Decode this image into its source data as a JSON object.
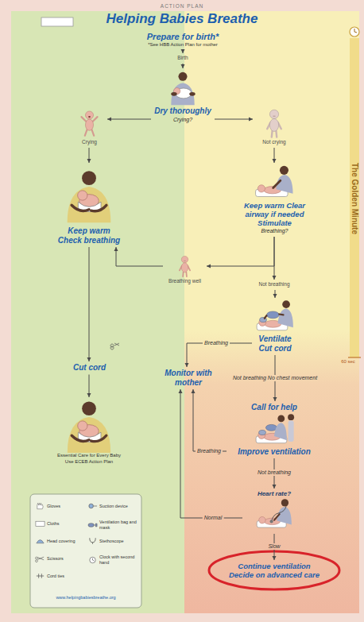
{
  "diagram": {
    "title": "Helping Babies Breathe",
    "nodes": [
      {
        "text": [
          "Prepare for birth*",
          "*See HBB Action Plan for mother"
        ]
      },
      {
        "text": [
          "Birth"
        ]
      },
      {
        "text": [
          "Dry thoroughly",
          "Crying?"
        ]
      },
      {
        "text": [
          "Crying"
        ]
      },
      {
        "text": [
          "Not crying"
        ]
      },
      {
        "text": [
          "Keep warm Clear airway if needed Stimulate",
          "Breathing?"
        ]
      },
      {
        "text": [
          "Breathing well"
        ]
      },
      {
        "text": [
          "Not breathing"
        ]
      },
      {
        "text": [
          "Keep warm Check breathing"
        ]
      },
      {
        "text": [
          "Ventilate Cut cord"
        ]
      },
      {
        "text": [
          "Cut cord"
        ]
      },
      {
        "text": [
          "Monitor with mother"
        ]
      },
      {
        "text": [
          "Essential Care for Every Baby Use ECEB Action Plan"
        ]
      },
      {
        "text": [
          "Call for help",
          "Improve ventilation"
        ]
      },
      {
        "text": [
          "Heart rate?"
        ]
      },
      {
        "text": [
          "Continue ventilation Decide on advanced care"
        ]
      }
    ],
    "edges": [
      {
        "from": 0,
        "to": 1,
        "arrow": "to"
      },
      {
        "from": 1,
        "to": 2,
        "arrow": "to"
      },
      {
        "from": 2,
        "to": 3,
        "arrow": "to"
      },
      {
        "from": 2,
        "to": 4,
        "arrow": "to"
      },
      {
        "from": 3,
        "to": 8,
        "arrow": "to"
      },
      {
        "from": 4,
        "to": 5,
        "arrow": "to"
      },
      {
        "from": 5,
        "to": 6,
        "arrow": "to"
      },
      {
        "from": 5,
        "to": 7,
        "arrow": "to"
      },
      {
        "from": 6,
        "to": 8,
        "arrow": "to"
      },
      {
        "from": 7,
        "to": 9,
        "arrow": "to"
      },
      {
        "from": 8,
        "to": 10,
        "arrow": "to"
      },
      {
        "from": 10,
        "to": 12,
        "arrow": "to"
      },
      {
        "from": 9,
        "to": 11,
        "label": "Breathing",
        "arrow": "to"
      },
      {
        "from": 9,
        "to": 13,
        "label": "Not breathing No chest movement",
        "arrow": "to"
      },
      {
        "from": 13,
        "to": 11,
        "label": "Breathing",
        "arrow": "to"
      },
      {
        "from": 13,
        "to": 14,
        "label": "Not breathing",
        "arrow": "to"
      },
      {
        "from": 14,
        "to": 11,
        "label": "Normal",
        "arrow": "to"
      },
      {
        "from": 14,
        "to": 15,
        "label": "Slow",
        "arrow": "to"
      }
    ],
    "labels": [
      "ACTION PLAN",
      "The Golden Minute",
      "60 sec",
      "www.helpingbabiesbreathe.org"
    ],
    "legend": [
      {
        "text": "Gloves"
      },
      {
        "text": "Cloths"
      },
      {
        "text": "Head covering"
      },
      {
        "text": "Scissors"
      },
      {
        "text": "Cord ties"
      },
      {
        "text": "Suction device"
      },
      {
        "text": "Ventilation bag and mask"
      },
      {
        "text": "Stethoscope"
      },
      {
        "text": "Clock with second hand"
      }
    ]
  }
}
